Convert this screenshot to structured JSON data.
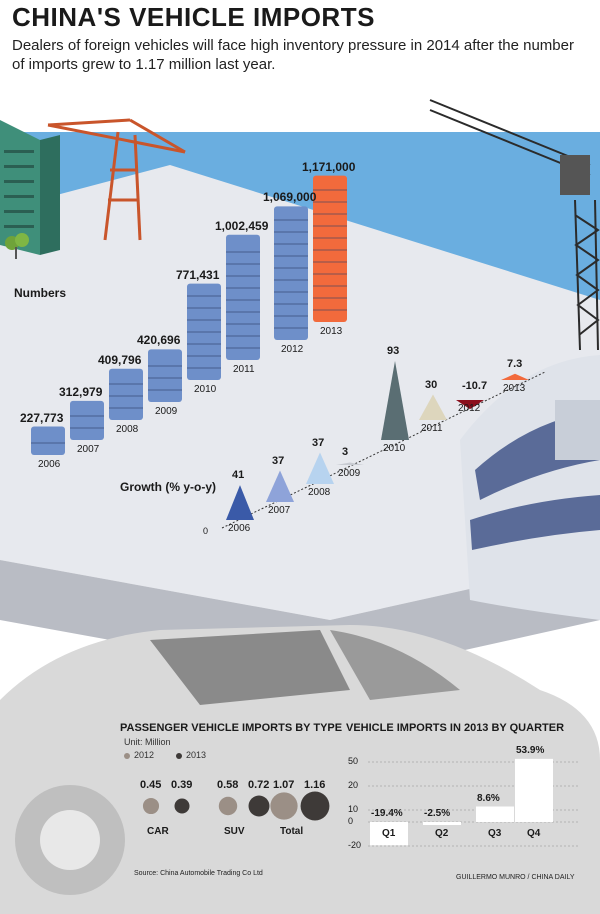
{
  "header": {
    "title": "CHINA'S VEHICLE IMPORTS",
    "subtitle": "Dealers of foreign vehicles will face high inventory pressure in 2014 after the number of imports grew to 1.17 million last year."
  },
  "colors": {
    "sea": "#6aaee0",
    "stack_blue": "#6e8fc9",
    "stack_orange": "#f26a3c",
    "growth_dark": "#5a6e73",
    "growth_red": "#8b0f1c",
    "car_body": "#d9d9d9",
    "type_2012": "#9b8f86",
    "type_2013": "#3e3a38",
    "quarter_bar": "#ffffff"
  },
  "chart_data": [
    {
      "type": "bar",
      "title": "Numbers",
      "categories": [
        "2006",
        "2007",
        "2008",
        "2009",
        "2010",
        "2011",
        "2012",
        "2013"
      ],
      "values": [
        227773,
        312979,
        409796,
        420696,
        771431,
        1002459,
        1069000,
        1171000
      ],
      "value_labels": [
        "227,773",
        "312,979",
        "409,796",
        "420,696",
        "771,431",
        "1,002,459",
        "1,069,000",
        "1,171,000"
      ]
    },
    {
      "type": "area",
      "title": "Growth (% y-o-y)",
      "categories": [
        "2006",
        "2007",
        "2008",
        "2009",
        "2010",
        "2011",
        "2012",
        "2013"
      ],
      "values": [
        41,
        37,
        37,
        3,
        93,
        30,
        -10.7,
        7.3
      ],
      "value_labels": [
        "41",
        "37",
        "37",
        "3",
        "93",
        "30",
        "-10.7",
        "7.3"
      ],
      "zero_label": "0"
    },
    {
      "type": "scatter",
      "title": "PASSENGER VEHICLE IMPORTS BY TYPE",
      "unit": "Unit: Million",
      "categories": [
        "CAR",
        "SUV",
        "Total"
      ],
      "series": [
        {
          "name": "2012",
          "values": [
            0.45,
            0.58,
            1.07
          ]
        },
        {
          "name": "2013",
          "values": [
            0.39,
            0.72,
            1.16
          ]
        }
      ]
    },
    {
      "type": "bar",
      "title": "VEHICLE IMPORTS IN 2013 BY QUARTER",
      "categories": [
        "Q1",
        "Q2",
        "Q3",
        "Q4"
      ],
      "values": [
        -19.4,
        -2.5,
        8.6,
        53.9
      ],
      "value_labels": [
        "-19.4%",
        "-2.5%",
        "8.6%",
        "53.9%"
      ],
      "yticks": [
        "50",
        "20",
        "10",
        "0",
        "-20"
      ]
    }
  ],
  "footer": {
    "source": "Source: China Automobile Trading Co Ltd",
    "credit": "GUILLERMO MUNRO / CHINA DAILY"
  }
}
